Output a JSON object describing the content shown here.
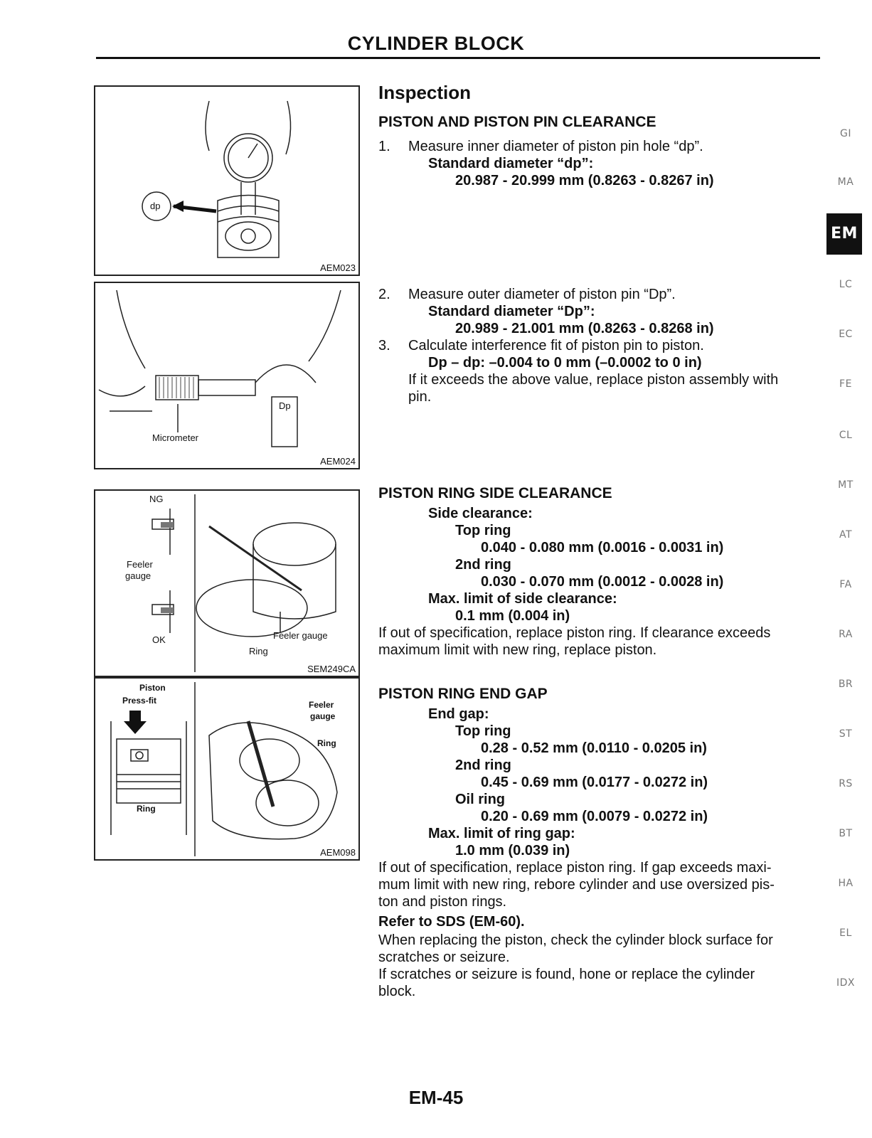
{
  "header": {
    "title": "CYLINDER BLOCK"
  },
  "figures": {
    "f1": {
      "code": "AEM023",
      "dp_label": "dp"
    },
    "f2": {
      "code": "AEM024",
      "micrometer": "Micrometer",
      "dp_label": "Dp"
    },
    "f3": {
      "code": "SEM249CA",
      "ng": "NG",
      "ok": "OK",
      "feeler": "Feeler",
      "gauge": "gauge",
      "feeler_gauge": "Feeler gauge",
      "ring": "Ring"
    },
    "f4": {
      "code": "AEM098",
      "piston": "Piston",
      "press_fit": "Press-fit",
      "ring": "Ring",
      "feeler": "Feeler",
      "gauge": "gauge",
      "ring2": "Ring"
    }
  },
  "inspection": {
    "title": "Inspection",
    "pin": {
      "title": "PISTON AND PISTON PIN CLEARANCE",
      "s1_num": "1.",
      "s1": "Measure inner diameter of piston pin hole “dp”.",
      "s1_spec_label": "Standard diameter “dp”:",
      "s1_spec": "20.987 - 20.999 mm (0.8263 - 0.8267 in)",
      "s2_num": "2.",
      "s2": "Measure outer diameter of piston pin “Dp”.",
      "s2_spec_label": "Standard diameter “Dp”:",
      "s2_spec": "20.989 - 21.001 mm (0.8263 - 0.8268 in)",
      "s3_num": "3.",
      "s3": "Calculate interference fit of piston pin to piston.",
      "s3_spec": "Dp – dp: –0.004 to 0 mm (–0.0002 to 0 in)",
      "s3_note1": "If it exceeds the above value, replace piston assembly with",
      "s3_note2": "pin."
    },
    "side": {
      "title": "PISTON RING SIDE CLEARANCE",
      "label": "Side clearance:",
      "top": "Top ring",
      "top_val": "0.040 - 0.080 mm (0.0016 - 0.0031 in)",
      "second": "2nd ring",
      "second_val": "0.030 - 0.070 mm (0.0012 - 0.0028 in)",
      "max_label": "Max. limit of side clearance:",
      "max_val": "0.1 mm (0.004 in)",
      "note1": "If out of specification, replace piston ring. If clearance exceeds",
      "note2": "maximum limit with new ring, replace piston."
    },
    "gap": {
      "title": "PISTON RING END GAP",
      "label": "End gap:",
      "top": "Top ring",
      "top_val": "0.28 - 0.52 mm (0.0110 - 0.0205 in)",
      "second": "2nd ring",
      "second_val": "0.45 - 0.69 mm (0.0177 - 0.0272 in)",
      "oil": "Oil ring",
      "oil_val": "0.20 - 0.69 mm (0.0079 - 0.0272 in)",
      "max_label": "Max. limit of ring gap:",
      "max_val": "1.0 mm (0.039 in)",
      "note1": "If out of specification, replace piston ring. If gap exceeds maxi-",
      "note2": "mum limit with new ring, rebore cylinder and use oversized pis-",
      "note3": "ton and piston rings.",
      "refer": "Refer to SDS (EM-60).",
      "note4": "When replacing the piston, check the cylinder block surface for",
      "note5": "scratches or seizure.",
      "note6": "If scratches or seizure is found, hone or replace the cylinder",
      "note7": "block."
    }
  },
  "sidebar": [
    "GI",
    "MA",
    "EM",
    "LC",
    "EC",
    "FE",
    "CL",
    "MT",
    "AT",
    "FA",
    "RA",
    "BR",
    "ST",
    "RS",
    "BT",
    "HA",
    "EL",
    "IDX"
  ],
  "footer": {
    "page": "EM-45"
  }
}
